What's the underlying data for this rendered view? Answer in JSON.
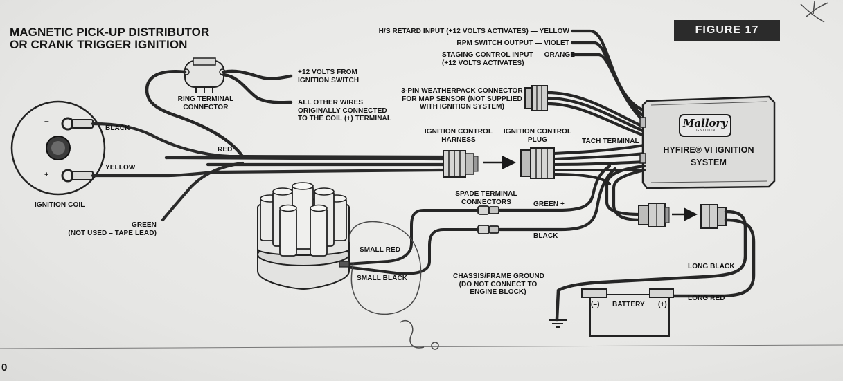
{
  "title": "MAGNETIC PICK-UP DISTRIBUTOR\nOR CRANK TRIGGER IGNITION",
  "figure_label": "FIGURE 17",
  "page_number": "0",
  "brand": {
    "name": "Mallory",
    "sub": "IGNITION"
  },
  "system_label": "HYFIRE® VI IGNITION\nSYSTEM",
  "labels": {
    "hs_retard": "H/S RETARD INPUT (+12 VOLTS ACTIVATES) — YELLOW",
    "rpm_switch": "RPM SWITCH OUTPUT — VIOLET",
    "staging": "STAGING CONTROL INPUT — ORANGE\n(+12 VOLTS ACTIVATES)",
    "weatherpack": "3-PIN WEATHERPACK CONNECTOR\nFOR MAP SENSOR (NOT SUPPLIED\nWITH IGNITION SYSTEM)",
    "plus12": "+12 VOLTS FROM\nIGNITION SWITCH",
    "other_wires": "ALL OTHER WIRES\nORIGINALLY CONNECTED\nTO THE COIL (+) TERMINAL",
    "ring_terminal": "RING TERMINAL\nCONNECTOR",
    "black": "BLACK",
    "red": "RED",
    "yellow": "YELLOW",
    "coil_minus": "–",
    "coil_plus": "+",
    "ignition_coil": "IGNITION COIL",
    "green_unused": "GREEN\n(NOT USED – TAPE LEAD)",
    "harness": "IGNITION CONTROL\nHARNESS",
    "plug": "IGNITION CONTROL\nPLUG",
    "tach": "TACH TERMINAL",
    "spade": "SPADE TERMINAL\nCONNECTORS",
    "green_plus": "GREEN +",
    "black_minus": "BLACK –",
    "small_red": "SMALL RED",
    "small_black": "SMALL BLACK",
    "chassis": "CHASSIS/FRAME GROUND\n(DO NOT CONNECT TO\nENGINE BLOCK)",
    "long_black": "LONG BLACK",
    "long_red": "LONG RED",
    "battery": "BATTERY",
    "batt_minus": "(–)",
    "batt_plus": "(+)"
  }
}
